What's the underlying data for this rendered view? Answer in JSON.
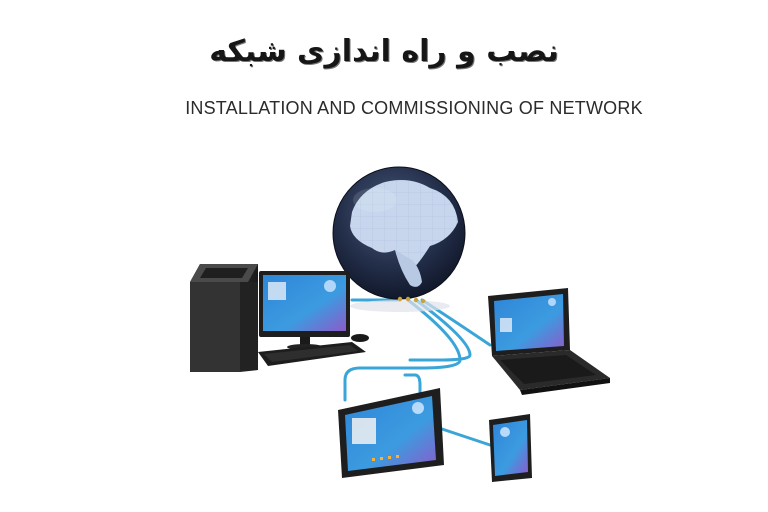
{
  "header": {
    "title_fa": "نصب و راه اندازی شبکه",
    "title_en": "INSTALLATION AND COMMISSIONING OF NETWORK"
  },
  "illustration": {
    "devices": [
      "globe",
      "desktop-computer",
      "laptop",
      "tablet",
      "smartphone"
    ],
    "colors": {
      "cable": "#3aa6d8",
      "globe_dark": "#1f2b45",
      "globe_land": "#c7d6ec",
      "device_body": "#2a2a2a",
      "screen_blue": "#3b7fd0",
      "screen_purple": "#8a5cc8"
    }
  }
}
